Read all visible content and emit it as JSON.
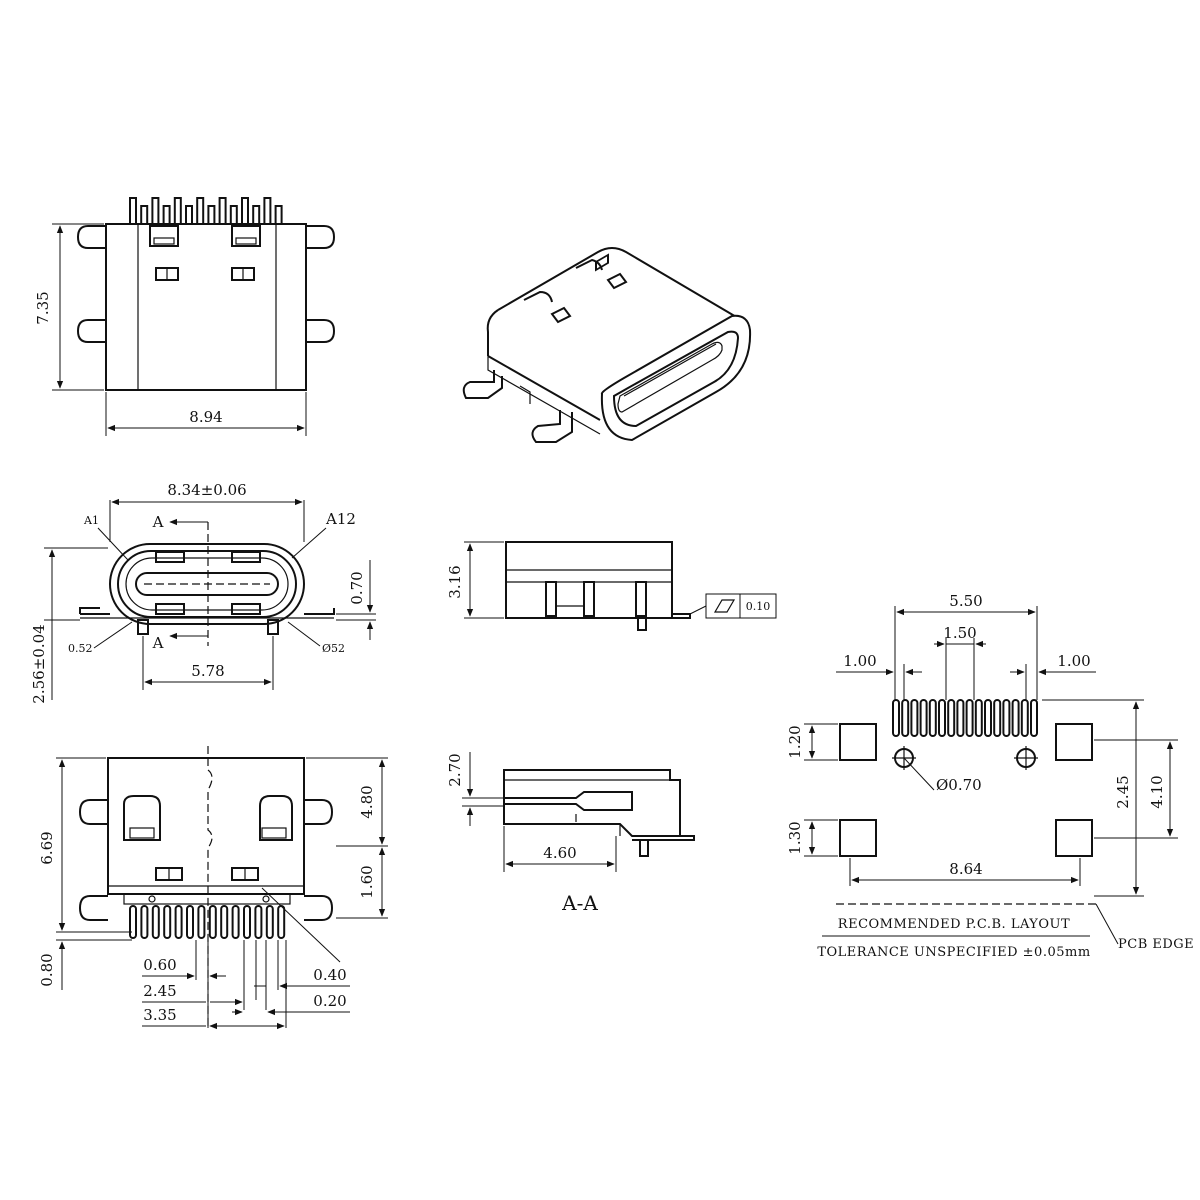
{
  "top_view": {
    "height": "7.35",
    "width": "8.94"
  },
  "front_view": {
    "width": "8.34±0.06",
    "label_a1": "A1",
    "label_a12": "A12",
    "section_mark_top": "A",
    "section_mark_bottom": "A",
    "dim_070": "0.70",
    "dim_height": "2.56±0.04",
    "dim_052": "0.52",
    "dim_r052": "Ø52",
    "dim_pitch": "5.78"
  },
  "side_view": {
    "height": "3.16",
    "flatness": "0.10"
  },
  "section_view": {
    "height": "2.70",
    "length": "4.60",
    "title": "A-A"
  },
  "bottom_view": {
    "height": "6.69",
    "dim_480": "4.80",
    "dim_160": "1.60",
    "dim_080": "0.80",
    "dim_060": "0.60",
    "dim_245": "2.45",
    "dim_335": "3.35",
    "dim_040": "0.40",
    "dim_020": "0.20"
  },
  "pcb_layout": {
    "dim_550": "5.50",
    "dim_150": "1.50",
    "dim_100_left": "1.00",
    "dim_100_right": "1.00",
    "dim_120": "1.20",
    "dim_130": "1.30",
    "dim_hole": "Ø0.70",
    "dim_245": "2.45",
    "dim_410": "4.10",
    "dim_864": "8.64",
    "title": "RECOMMENDED P.C.B. LAYOUT",
    "tolerance": "TOLERANCE UNSPECIFIED ±0.05mm",
    "pcb_edge": "PCB EDGE"
  }
}
